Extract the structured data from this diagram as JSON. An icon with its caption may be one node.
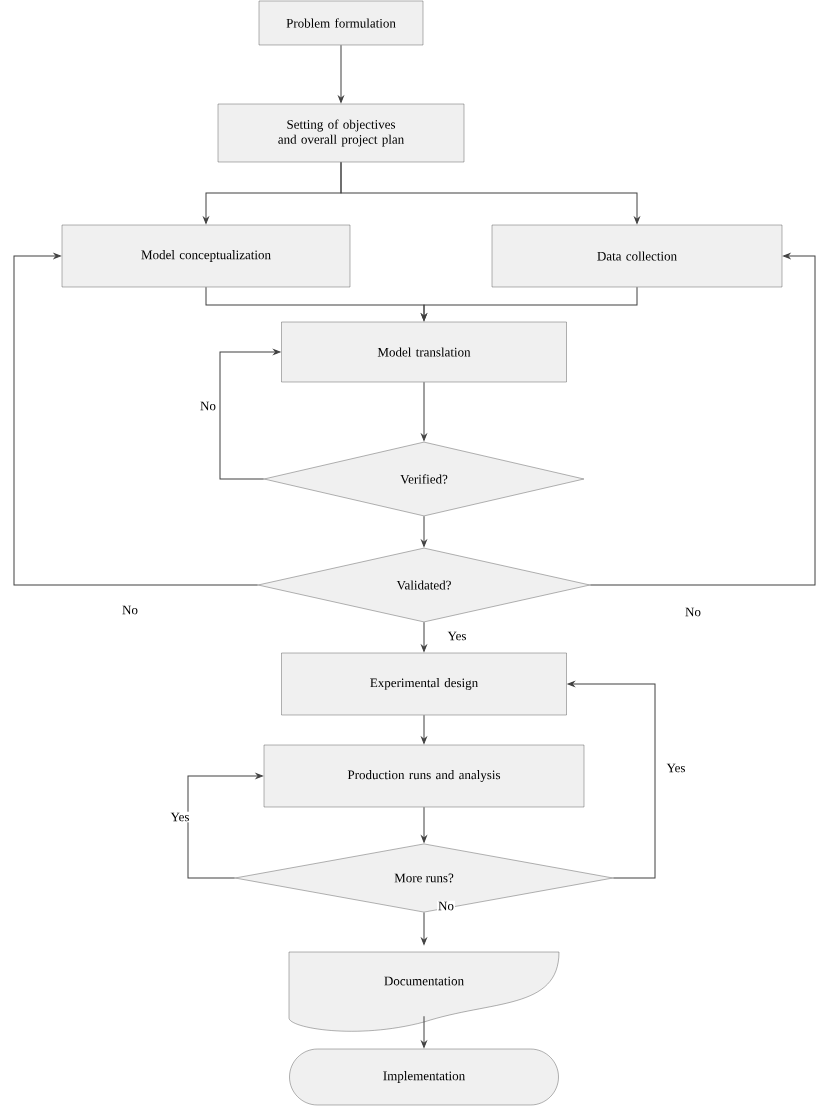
{
  "diagram": {
    "nodes": [
      {
        "text": [
          "Problem formulation"
        ]
      },
      {
        "text": [
          "Setting of objectives and overall project plan"
        ]
      },
      {
        "text": [
          "Model conceptualization"
        ]
      },
      {
        "text": [
          "Data collection"
        ]
      },
      {
        "text": [
          "Model translation"
        ]
      },
      {
        "text": [
          "Verified?"
        ]
      },
      {
        "text": [
          "Validated?"
        ]
      },
      {
        "text": [
          "Experimental design"
        ]
      },
      {
        "text": [
          "Production runs and analysis"
        ]
      },
      {
        "text": [
          "More runs?"
        ]
      },
      {
        "text": [
          "Documentation"
        ]
      },
      {
        "text": [
          "Implementation"
        ]
      }
    ],
    "edges": [
      {
        "from": 0,
        "to": 1,
        "arrow": "to"
      },
      {
        "from": 1,
        "to": 2,
        "arrow": "to"
      },
      {
        "from": 1,
        "to": 3,
        "arrow": "to"
      },
      {
        "from": 2,
        "to": 4,
        "arrow": "to"
      },
      {
        "from": 3,
        "to": 4,
        "arrow": "to"
      },
      {
        "from": 4,
        "to": 5,
        "arrow": "to"
      },
      {
        "from": 5,
        "to": 4,
        "arrow": "to",
        "label": "No"
      },
      {
        "from": 5,
        "to": 6,
        "arrow": "to"
      },
      {
        "from": 6,
        "to": 2,
        "arrow": "to",
        "label": "No"
      },
      {
        "from": 6,
        "to": 3,
        "arrow": "to",
        "label": "No"
      },
      {
        "from": 6,
        "to": 7,
        "arrow": "to",
        "label": "Yes"
      },
      {
        "from": 7,
        "to": 8,
        "arrow": "to"
      },
      {
        "from": 8,
        "to": 9,
        "arrow": "to"
      },
      {
        "from": 9,
        "to": 8,
        "arrow": "to",
        "label": "Yes"
      },
      {
        "from": 9,
        "to": 7,
        "arrow": "to",
        "label": "Yes"
      },
      {
        "from": 9,
        "to": 10,
        "arrow": "to",
        "label": "No"
      },
      {
        "from": 10,
        "to": 11,
        "arrow": "to"
      }
    ]
  }
}
